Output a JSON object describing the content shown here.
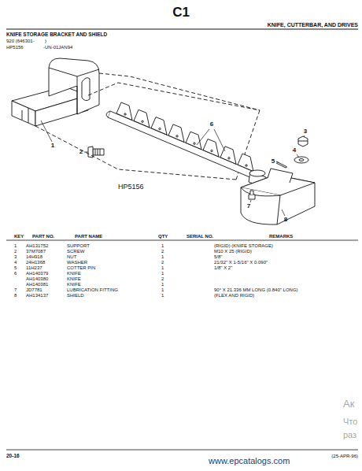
{
  "diagram": {
    "title": "C1",
    "labels": [
      "KNIFE, CUTTERBAR, AND DRIVES",
      "KNIFE STORAGE BRACKET AND SHIELD",
      "920 (646301-        )",
      "HP5156",
      "-UN-01JAN94",
      "HP5156",
      "1",
      "2",
      "3",
      "4",
      "5",
      "6",
      "7",
      "8",
      "KEY",
      "PART NO.",
      "PART NAME",
      "QTY",
      "SERIAL NO.",
      "REMARKS",
      "1",
      "AH131752",
      "SUPPORT",
      "1",
      "(RIGID) (KNIFE STORAGE)",
      "2",
      "37M7087",
      "SCREW",
      "2",
      "M10 X 25 (RIGID)",
      "3",
      "14H918",
      "NUT",
      "1",
      "5/8\"",
      "4",
      "24H1368",
      "WASHER",
      "2",
      "21/32\" X 1-5/16\" X 0.090\"",
      "5",
      "11H237",
      "COTTER PIN",
      "1",
      "1/8\" X 2\"",
      "6",
      "AH140379",
      "KNIFE",
      "1",
      "AH140380",
      "KNIFE",
      "2",
      "AH140381",
      "KNIFE",
      "1",
      "7",
      "JD7781",
      "LUBRICATION FITTING",
      "1",
      "90° X 21.336 MM LONG (0.840\" LONG)",
      "8",
      "AH134137",
      "SHIELD",
      "1",
      "(FLEX AND RIGID)",
      "20-16",
      "(25-APR-96)",
      "www.epcatalogs.com",
      "Ак",
      "Что",
      "раз"
    ]
  }
}
